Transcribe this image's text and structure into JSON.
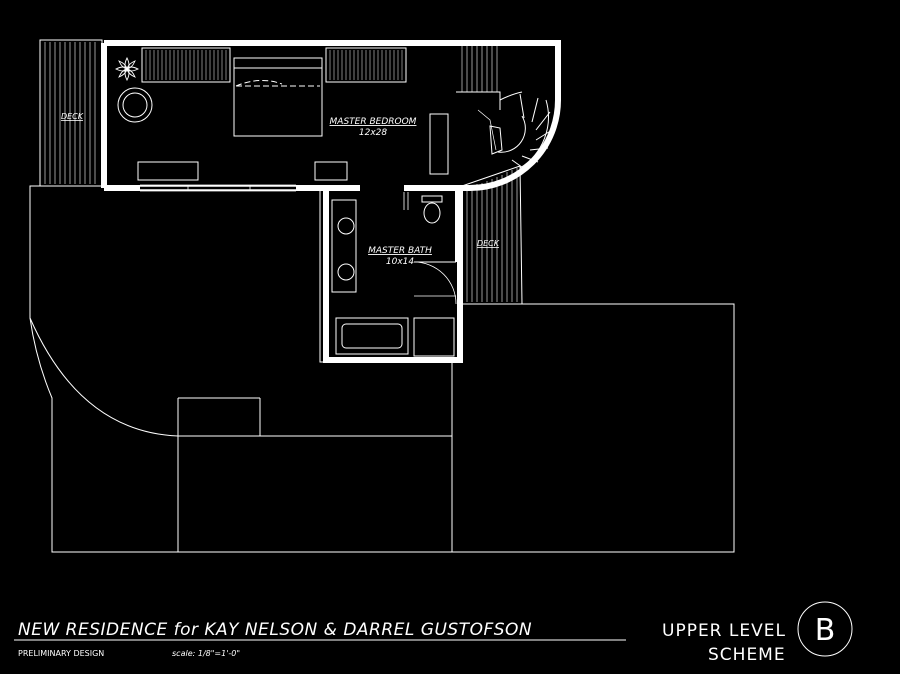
{
  "rooms": {
    "master_bedroom": {
      "name": "MASTER BEDROOM",
      "size": "12x28"
    },
    "master_bath": {
      "name": "MASTER BATH",
      "size": "10x14"
    },
    "deck_left": "DECK",
    "deck_right": "DECK"
  },
  "title_block": {
    "project": "NEW RESIDENCE for KAY NELSON & DARREL GUSTOFSON",
    "status": "PRELIMINARY DESIGN",
    "scale": "scale: 1/8\"=1'-0\"",
    "sheet_line1": "UPPER LEVEL",
    "sheet_line2": "SCHEME",
    "scheme_letter": "B"
  },
  "colors": {
    "background": "#000000",
    "line": "#ffffff"
  }
}
